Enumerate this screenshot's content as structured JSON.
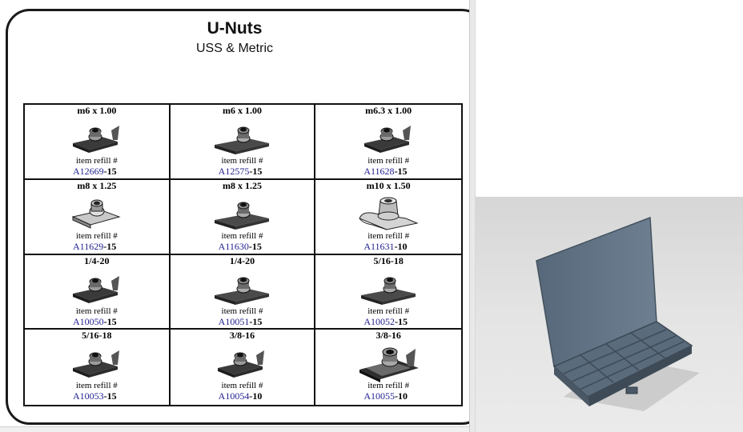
{
  "header": {
    "title": "U-Nuts",
    "subtitle": "USS & Metric"
  },
  "items": [
    {
      "size": "m6 x 1.00",
      "refill_label": "item refill #",
      "item": "A12669",
      "suffix": "-15"
    },
    {
      "size": "m6 x 1.00",
      "refill_label": "item refill #",
      "item": "A12575",
      "suffix": "-15"
    },
    {
      "size": "m6.3 x 1.00",
      "refill_label": "item refill #",
      "item": "A11628",
      "suffix": "-15"
    },
    {
      "size": "m8 x 1.25",
      "refill_label": "item refill #",
      "item": "A11629",
      "suffix": "-15"
    },
    {
      "size": "m8 x 1.25",
      "refill_label": "item refill #",
      "item": "A11630",
      "suffix": "-15"
    },
    {
      "size": "m10 x 1.50",
      "refill_label": "item refill #",
      "item": "A11631",
      "suffix": "-10"
    },
    {
      "size": "1/4-20",
      "refill_label": "item refill #",
      "item": "A10050",
      "suffix": "-15"
    },
    {
      "size": "1/4-20",
      "refill_label": "item refill #",
      "item": "A10051",
      "suffix": "-15"
    },
    {
      "size": "5/16-18",
      "refill_label": "item refill #",
      "item": "A10052",
      "suffix": "-15"
    },
    {
      "size": "5/16-18",
      "refill_label": "item refill #",
      "item": "A10053",
      "suffix": "-15"
    },
    {
      "size": "3/8-16",
      "refill_label": "item refill #",
      "item": "A10054",
      "suffix": "-10"
    },
    {
      "size": "3/8-16",
      "refill_label": "item refill #",
      "item": "A10055",
      "suffix": "-10"
    }
  ],
  "icons": {
    "nut": "u-nut-icon",
    "tray": "compartment-tray-image"
  },
  "colors": {
    "item_link": "#1f1f8f",
    "tray": "#5b6c7c",
    "border": "#111111"
  }
}
